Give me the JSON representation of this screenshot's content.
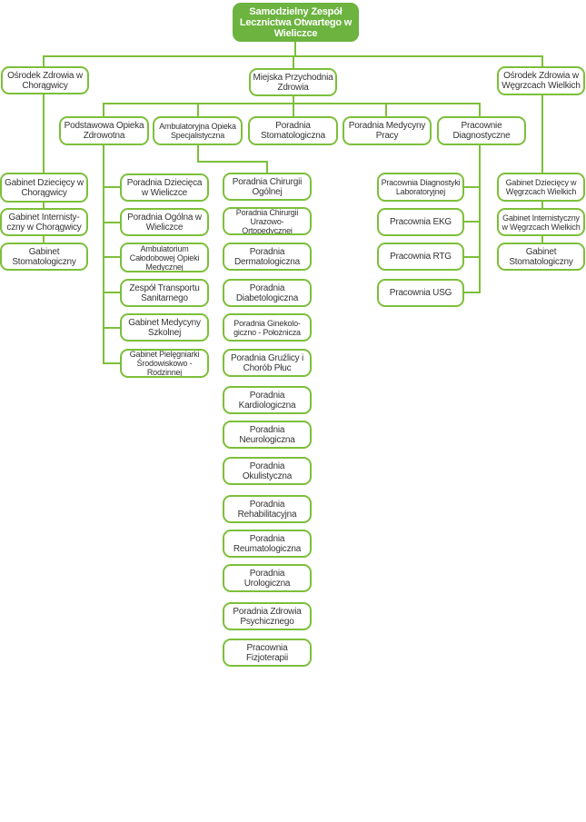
{
  "colors": {
    "accent": "#7cbf3a",
    "root_fill": "#6cb33f",
    "text": "#333333",
    "root_text": "#ffffff"
  },
  "root": "Samodzielny Zespół Lecznictwa Otwartego w Wieliczce",
  "left_branch": {
    "title": "Ośrodek Zdrowia w Chorągwicy",
    "units": [
      "Gabinet Dziecięcy w Chorągwicy",
      "Gabinet Internisty-czny w Chorągwicy",
      "Gabinet Stomatologiczny"
    ]
  },
  "center_branch": {
    "title": "Miejska Przychodnia Zdrowia",
    "poz": {
      "title": "Podstawowa Opieka Zdrowotna",
      "units": [
        "Poradnia Dziecięca w Wieliczce",
        "Poradnia Ogólna w Wieliczce",
        "Ambulatorium Całodobowej Opieki Medycznej",
        "Zespół Transportu Sanitarnego",
        "Gabinet Medycyny Szkolnej",
        "Gabinet Pielęgniarki Środowiskowo - Rodzinnej"
      ]
    },
    "aos": {
      "title": "Ambulatoryjna Opieka Specjalistyczna",
      "units": [
        "Poradnia Chirurgii Ogólnej",
        "Poradnia Chirurgii Urazowo-Ortopedycznej",
        "Poradnia Dermatologiczna",
        "Poradnia Diabetologiczna",
        "Poradnia Ginekolo-giczno - Położnicza",
        "Poradnia Gruźlicy i Chorób Płuc",
        "Poradnia Kardiologiczna",
        "Poradnia Neurologiczna",
        "Poradnia Okulistyczna",
        "Poradnia Rehabilitacyjna",
        "Poradnia Reumatologiczna",
        "Poradnia Urologiczna",
        "Poradnia Zdrowia Psychicznego",
        "Pracownia Fizjoterapii"
      ]
    },
    "stomatology": "Poradnia Stomatologiczna",
    "occupational": "Poradnia Medycyny Pracy",
    "diagnostic": {
      "title": "Pracownie Diagnostyczne",
      "units": [
        "Pracownia Diagnostyki Laboratoryjnej",
        "Pracownia EKG",
        "Pracownia RTG",
        "Pracownia USG"
      ]
    }
  },
  "right_branch": {
    "title": "Ośrodek Zdrowia w Węgrzcach Wielkich",
    "units": [
      "Gabinet Dziecięcy w Węgrzcach Wielkich",
      "Gabinet Internistyczny w Węgrzcach Wielkich",
      "Gabinet Stomatologiczny"
    ]
  }
}
